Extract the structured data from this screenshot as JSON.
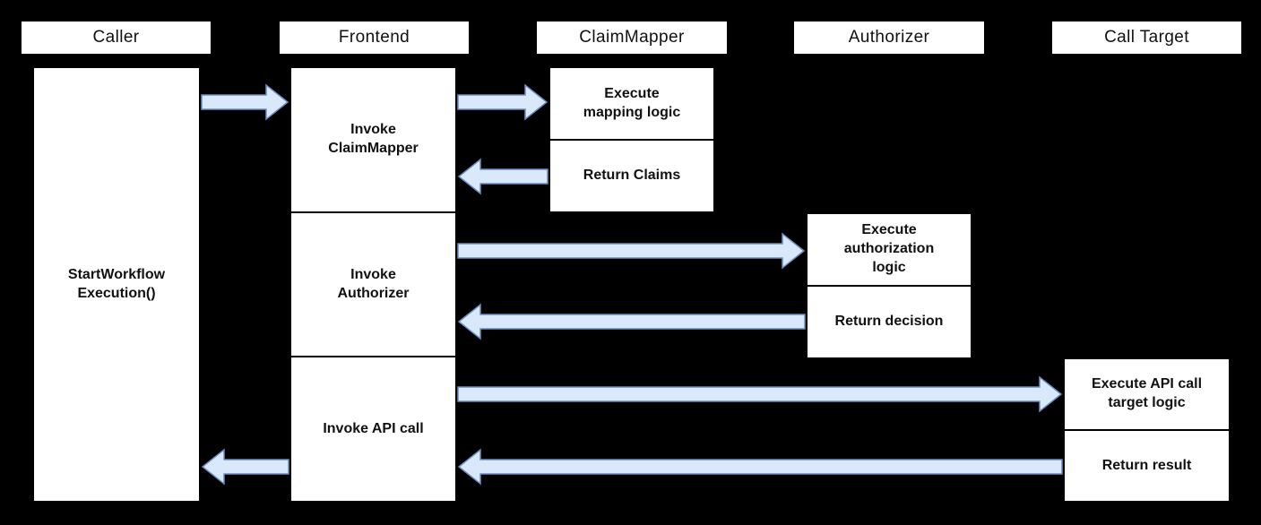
{
  "colors": {
    "background": "#000000",
    "box_fill": "#ffffff",
    "box_border": "#000000",
    "arrow_fill": "#dae8fc",
    "arrow_stroke": "#6c8ebf",
    "text": "#111111"
  },
  "lanes": [
    {
      "label": "Caller"
    },
    {
      "label": "Frontend"
    },
    {
      "label": "ClaimMapper"
    },
    {
      "label": "Authorizer"
    },
    {
      "label": "Call Target"
    }
  ],
  "nodes": {
    "caller": {
      "label": "StartWorkflow\nExecution()"
    },
    "frontend": {
      "steps": [
        {
          "label": "Invoke\nClaimMapper"
        },
        {
          "label": "Invoke\nAuthorizer"
        },
        {
          "label": "Invoke API call"
        }
      ]
    },
    "claimmapper": {
      "steps": [
        {
          "label": "Execute\nmapping logic"
        },
        {
          "label": "Return Claims"
        }
      ]
    },
    "authorizer": {
      "steps": [
        {
          "label": "Execute\nauthorization\nlogic"
        },
        {
          "label": "Return decision"
        }
      ]
    },
    "calltarget": {
      "steps": [
        {
          "label": "Execute API call\ntarget logic"
        },
        {
          "label": "Return result"
        }
      ]
    }
  },
  "flows": [
    {
      "from": "Caller",
      "to": "Frontend"
    },
    {
      "from": "Frontend",
      "to": "ClaimMapper"
    },
    {
      "from": "ClaimMapper",
      "to": "Frontend"
    },
    {
      "from": "Frontend",
      "to": "Authorizer"
    },
    {
      "from": "Authorizer",
      "to": "Frontend"
    },
    {
      "from": "Frontend",
      "to": "Call Target"
    },
    {
      "from": "Call Target",
      "to": "Frontend"
    },
    {
      "from": "Frontend",
      "to": "Caller"
    }
  ]
}
